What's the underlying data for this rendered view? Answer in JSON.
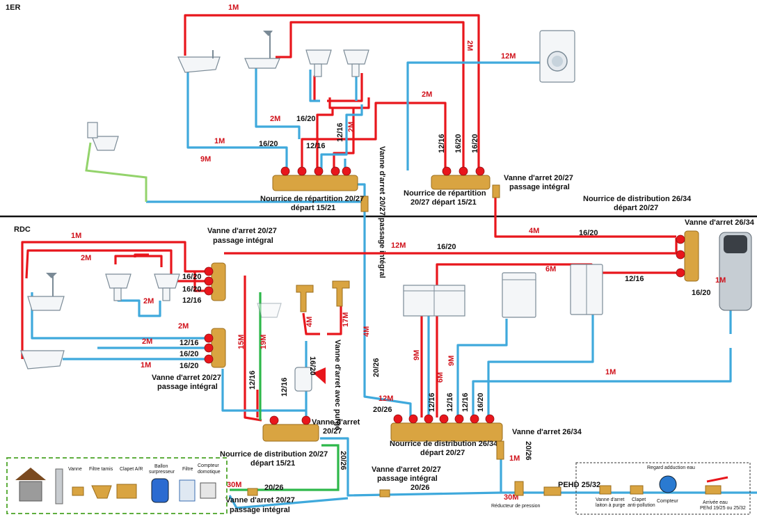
{
  "floors": {
    "upper": "1ER",
    "ground": "RDC"
  },
  "labels": {
    "m1_top": "1M",
    "m2_top": "2M",
    "m12_top": "12M",
    "m2_mid": "2M",
    "m2_sink": "2M",
    "m2_shower": "2M",
    "m1_bath": "1M",
    "m9_wc": "9M",
    "m2_vert": "2M",
    "d1620_a": "16/20",
    "d1620_b": "16/20",
    "d1216_a": "12/16",
    "d1216_vert": "12/16",
    "d1216_r1": "12/16",
    "d1620_r2": "16/20",
    "d1620_r3": "16/20",
    "vanne_up_text": "Vanne d'arret 20/27 passage intégral",
    "nour_up_left_1": "Nourrice de répartition 20/27",
    "nour_up_left_2": "départ 15/21",
    "nour_up_right_1": "Nourrice de répartition",
    "nour_up_right_2": "20/27 départ 15/21",
    "vanne_up_right_1": "Vanne d'arret 20/27",
    "vanne_up_right_2": "passage intégral",
    "nour_dist_top_1": "Nourrice de distribution 26/34",
    "nour_dist_top_2": "départ 20/27",
    "vanne_2634_top": "Vanne d'arret 26/34",
    "m4_red": "4M",
    "d1620_4m": "16/20",
    "g_m1_a": "1M",
    "g_m2_a": "2M",
    "g_m2_b": "2M",
    "g_m2_c": "2M",
    "g_m2_d": "2M",
    "g_m1_b": "1M",
    "g_1620_a": "16/20",
    "g_1620_b": "16/20",
    "g_1216_a": "12/16",
    "g_1216_b": "12/16",
    "g_1620_c": "16/20",
    "g_1620_d": "16/20",
    "vanne_rdc_top_1": "Vanne d'arret 20/27",
    "vanne_rdc_top_2": "passage intégral",
    "vanne_rdc_mid_1": "Vanne d'arret 20/27",
    "vanne_rdc_mid_2": "passage intégral",
    "m12_long": "12M",
    "d1620_long": "16/20",
    "m6": "6M",
    "d1216_dish": "12/16",
    "m1_heater": "1M",
    "d1620_heater": "16/20",
    "m1_cold": "1M",
    "m15": "15M",
    "m19": "19M",
    "m4_a": "4M",
    "m17": "17M",
    "d1216_g": "12/16",
    "d1216_g2": "12/16",
    "d1620_g": "16/20",
    "vanne_purge": "Vanne d'arret avec purge",
    "m4_v": "4M",
    "d2026_v": "20/26",
    "m12_b": "12M",
    "d2026_h": "20/26",
    "m9_a": "9M",
    "m6_a": "6M",
    "m9_b": "9M",
    "dist_1216_a": "12/16",
    "dist_1216_b": "12/16",
    "dist_1216_c": "12/16",
    "dist_1620": "16/20",
    "vanne_2027_g_1": "Vanne d'arret",
    "vanne_2027_g_2": "20/27",
    "nour_g_1": "Nourrice de distribution 20/27",
    "nour_g_2": "départ 15/21",
    "nour_dist_b_1": "Nourrice de distribution 26/34",
    "nour_dist_b_2": "départ 20/27",
    "vanne_2634_b": "Vanne d'arret 26/34",
    "d2026_b": "20/26",
    "m1_b": "1M",
    "d2026_green": "20/26",
    "vanne_bot_1": "Vanne d'arret 20/27",
    "vanne_bot_2": "passage intégral",
    "d2026_bot": "20/26",
    "m30_a": "30M",
    "d2026_main": "20/26",
    "vanne_main_1": "Vanne d'arret 20/27",
    "vanne_main_2": "passage intégral",
    "m30_b": "30M",
    "pehd": "PEHD 25/32",
    "reducteur": "Réducteur de pression",
    "legend_vanne": "Vanne",
    "legend_filtre_tamis": "Filtre tamis",
    "legend_clapet_ar": "Clapet A/R",
    "legend_ballon_1": "Ballon",
    "legend_ballon_2": "surpresseur",
    "legend_filtre": "Filtre",
    "legend_compteur_1": "Compteur",
    "legend_compteur_2": "domotique",
    "regard_title": "Regard adduction eau",
    "regard_vanne_1": "Vanne d'arret",
    "regard_vanne_2": "laiton à purge",
    "regard_clapet_1": "Clapet",
    "regard_clapet_2": "anti-pollution",
    "regard_compteur": "Compteur",
    "regard_arrivee_1": "Arrivée eau",
    "regard_arrivee_2": "PEhd 19/25 ou 25/32"
  },
  "colors": {
    "hot": "#e8161c",
    "cold": "#3fa9dc",
    "well": "#2db84a",
    "wc": "#93d36b",
    "brass": "#d9a441"
  }
}
